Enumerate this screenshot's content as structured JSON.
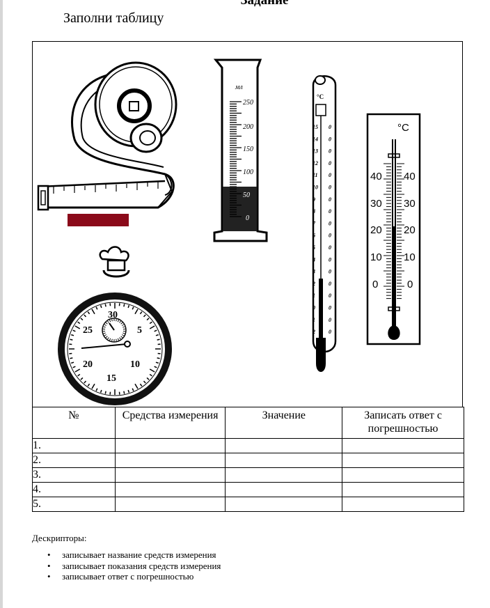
{
  "header": {
    "task_title": "Задание",
    "subtitle": "Заполни таблицу"
  },
  "figures": {
    "cylinder_unit": "мл",
    "cylinder_ticks": [
      "250",
      "200",
      "150",
      "100",
      "50",
      "0"
    ],
    "stopwatch_ticks": [
      "30",
      "5",
      "10",
      "15",
      "20",
      "25"
    ],
    "lab_thermometer_unit": "°С",
    "lab_thermometer_ticks": [
      "15",
      "14",
      "13",
      "12",
      "11",
      "10",
      "9",
      "8",
      "7",
      "6",
      "5",
      "4",
      "3",
      "2",
      "1",
      "0",
      "1",
      "2"
    ],
    "room_thermometer_unit": "°C",
    "room_thermometer_ticks": [
      "40",
      "30",
      "20",
      "10",
      "0"
    ],
    "redaction_color": "#8b0a1a"
  },
  "table": {
    "headers": [
      "№",
      "Средства измерения",
      "Значение",
      "Записать ответ с погрешностью"
    ],
    "rows": [
      {
        "num": "1."
      },
      {
        "num": "2."
      },
      {
        "num": "3."
      },
      {
        "num": "4."
      },
      {
        "num": "5."
      }
    ]
  },
  "descriptors": {
    "title": "Дескрипторы:",
    "items": [
      "записывает название средств измерения",
      "записывает показания средств измерения",
      "записывает ответ с погрешностью"
    ]
  }
}
